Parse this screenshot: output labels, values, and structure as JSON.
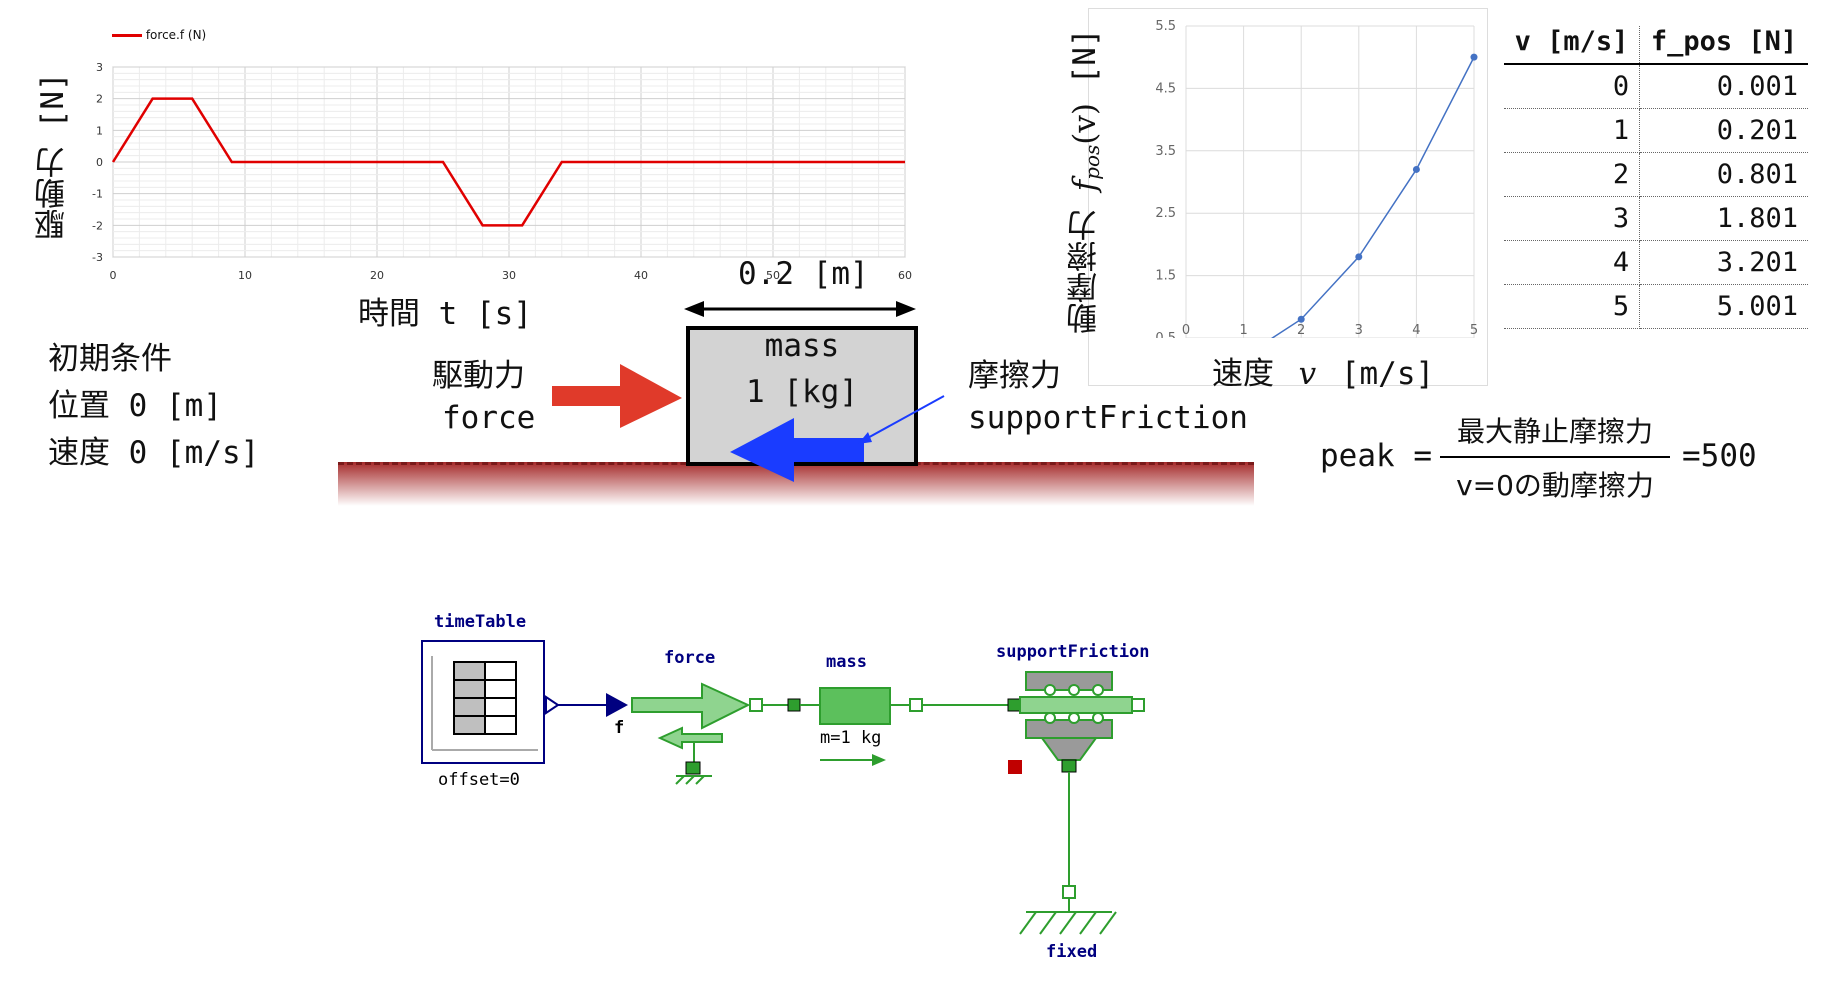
{
  "chart_data": [
    {
      "type": "line",
      "legend": "force.f (N)",
      "ylabel": "駆動力 [N]",
      "xlabel": "時間 t [s]",
      "xlim": [
        0,
        60
      ],
      "ylim": [
        -3,
        3
      ],
      "x_ticks": [
        "0",
        "10",
        "20",
        "30",
        "40",
        "50",
        "60"
      ],
      "y_ticks": [
        "3",
        "2",
        "1",
        "0",
        "-1",
        "-2",
        "-3"
      ],
      "series": [
        {
          "x": [
            0,
            3,
            6,
            9,
            25,
            28,
            31,
            34,
            60
          ],
          "y": [
            0,
            2,
            2,
            0,
            0,
            -2,
            -2,
            0,
            0
          ]
        }
      ],
      "color": "#e00000",
      "grid": true
    },
    {
      "type": "line",
      "ylabel_prefix": "動摩擦力",
      "ylabel_func": "f",
      "ylabel_sub": "pos",
      "ylabel_arg": "(v)",
      "ylabel_unit": "[N]",
      "xlabel_prefix": "速度",
      "xlabel_var": "v",
      "xlabel_unit": "[m/s]",
      "xlim": [
        0,
        5
      ],
      "ylim": [
        0.5,
        5.5
      ],
      "x_ticks": [
        "0",
        "1",
        "2",
        "3",
        "4",
        "5"
      ],
      "y_ticks": [
        "5.5",
        "4.5",
        "3.5",
        "2.5",
        "1.5",
        "0.5"
      ],
      "series": [
        {
          "x": [
            0,
            1,
            2,
            3,
            4,
            5
          ],
          "y": [
            0.001,
            0.201,
            0.801,
            1.801,
            3.201,
            5.001
          ]
        }
      ],
      "color": "#4472c4",
      "grid": true
    }
  ],
  "table": {
    "headers": [
      "v [m/s]",
      "f_pos [N]"
    ],
    "rows": [
      [
        "0",
        "0.001"
      ],
      [
        "1",
        "0.201"
      ],
      [
        "2",
        "0.801"
      ],
      [
        "3",
        "1.801"
      ],
      [
        "4",
        "3.201"
      ],
      [
        "5",
        "5.001"
      ]
    ]
  },
  "scene": {
    "width_label": "0.2 [m]",
    "mass_name": "mass",
    "mass_value": "1 [kg]",
    "force_label_jp": "駆動力",
    "force_label_en": "force",
    "friction_label_jp": "摩擦力",
    "friction_label_en": "supportFriction",
    "initial_title": "初期条件",
    "initial_position": "位置 0 [m]",
    "initial_velocity": "速度 0 [m/s]",
    "ground_color": "#a52a2a",
    "force_arrow_color": "#e03a2a",
    "friction_arrow_color": "#1a3cff"
  },
  "formula": {
    "lhs": "peak =",
    "numerator": "最大静止摩擦力",
    "denominator": "v=0の動摩擦力",
    "rhs": "=500"
  },
  "diagram": {
    "timetable": {
      "name": "timeTable",
      "param": "offset=0"
    },
    "force": {
      "name": "force",
      "port": "f"
    },
    "mass": {
      "name": "mass",
      "param": "m=1 kg"
    },
    "friction": {
      "name": "supportFriction"
    },
    "fixed": {
      "name": "fixed"
    },
    "colors": {
      "green": "#2e9e2e",
      "light_green": "#8fd48f",
      "blue": "#000080",
      "gray": "#9a9a9a"
    }
  }
}
